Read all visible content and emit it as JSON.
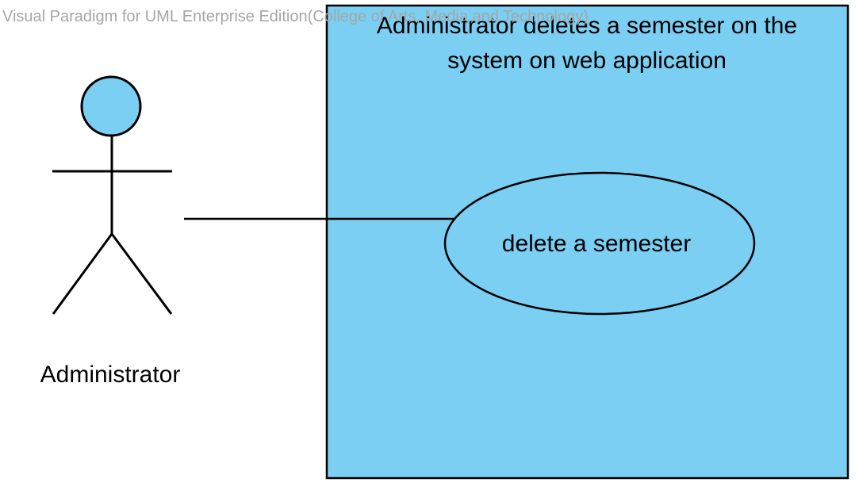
{
  "watermark": "Visual Paradigm for UML Enterprise Edition(College of Arts, Media and Technology)",
  "system_boundary": {
    "title_line1": "Administrator deletes a semester on the",
    "title_line2": "system on web application"
  },
  "use_case": {
    "label": "delete a semester"
  },
  "actor": {
    "name": "Administrator"
  },
  "colors": {
    "fill": "#7acff3",
    "stroke": "#000000",
    "watermark": "#a6a6a6"
  }
}
